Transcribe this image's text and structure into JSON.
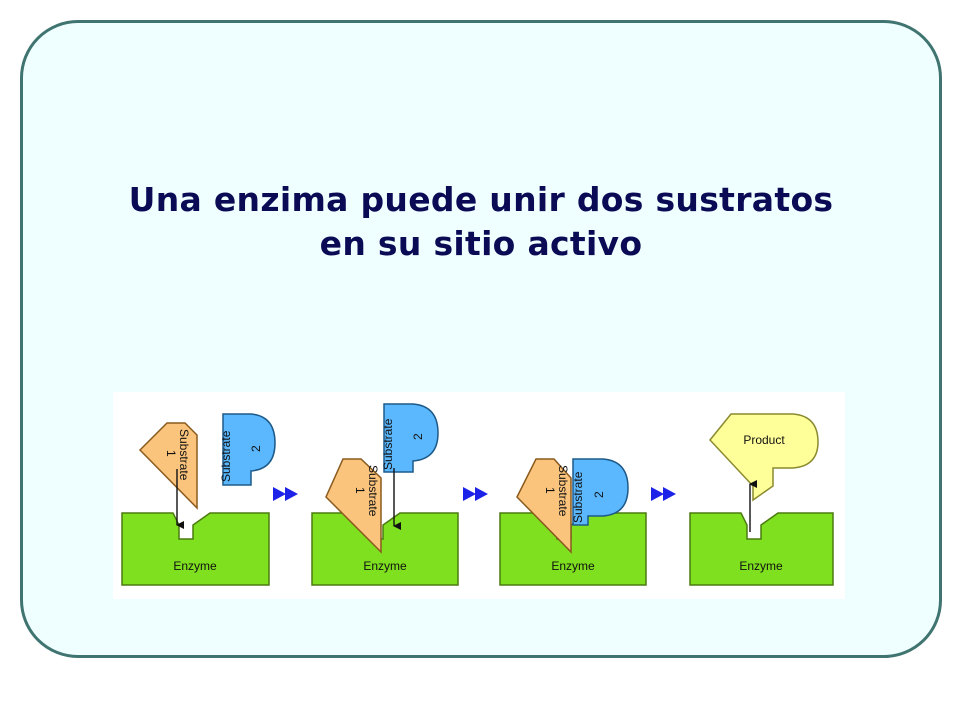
{
  "title": {
    "line1": "Una enzima puede unir dos sustratos",
    "line2": "en su sitio activo"
  },
  "diagram": {
    "enzyme_label": "Enzyme",
    "substrate1_label": "Substrate",
    "substrate1_number": "1",
    "substrate2_label": "Substrate",
    "substrate2_number": "2",
    "product_label": "Product",
    "colors": {
      "enzyme": "#7fe01f",
      "substrate1": "#fbc47d",
      "substrate2": "#5bb8ff",
      "product": "#ffff99",
      "step_arrow": "#1d22e8",
      "frame_border": "#3f7470",
      "frame_fill": "#efffff",
      "title": "#0a0a55"
    }
  }
}
